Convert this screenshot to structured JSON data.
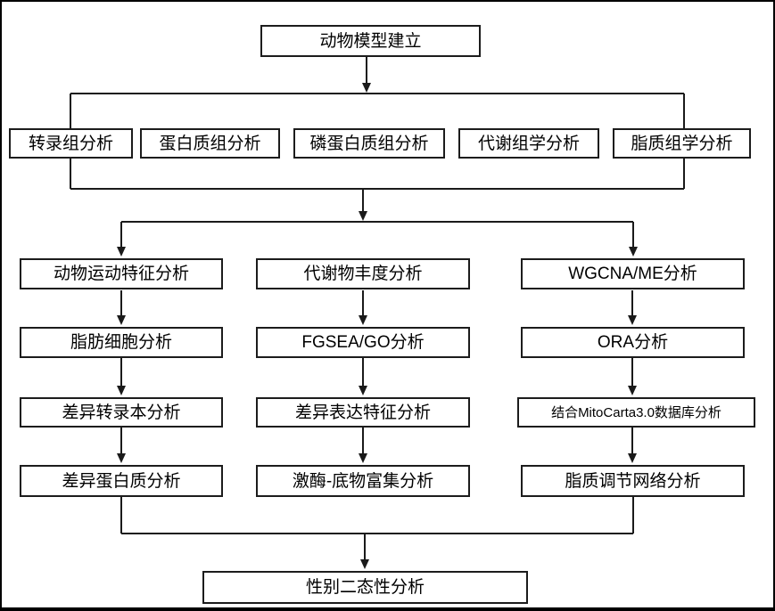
{
  "flow": {
    "root": {
      "label": "动物模型建立"
    },
    "omics": [
      {
        "label": "转录组分析"
      },
      {
        "label": "蛋白质组分析"
      },
      {
        "label": "磷蛋白质组分析"
      },
      {
        "label": "代谢组学分析"
      },
      {
        "label": "脂质组学分析"
      }
    ],
    "columns": [
      {
        "steps": [
          {
            "label": "动物运动特征分析"
          },
          {
            "label": "脂肪细胞分析"
          },
          {
            "label": "差异转录本分析"
          },
          {
            "label": "差异蛋白质分析"
          }
        ]
      },
      {
        "steps": [
          {
            "label": "代谢物丰度分析"
          },
          {
            "label": "FGSEA/GO分析"
          },
          {
            "label": "差异表达特征分析"
          },
          {
            "label": "激酶-底物富集分析"
          }
        ]
      },
      {
        "steps": [
          {
            "label": "WGCNA/ME分析"
          },
          {
            "label": "ORA分析"
          },
          {
            "label": "结合MitoCarta3.0数据库分析"
          },
          {
            "label": "脂质调节网络分析"
          }
        ]
      }
    ],
    "final": {
      "label": "性别二态性分析"
    },
    "colors": {
      "line": "#1a1a1a",
      "box_border": "#1c1c1c",
      "box_fill": "#ffffff",
      "text": "#000000",
      "background": "#ffffff"
    }
  }
}
